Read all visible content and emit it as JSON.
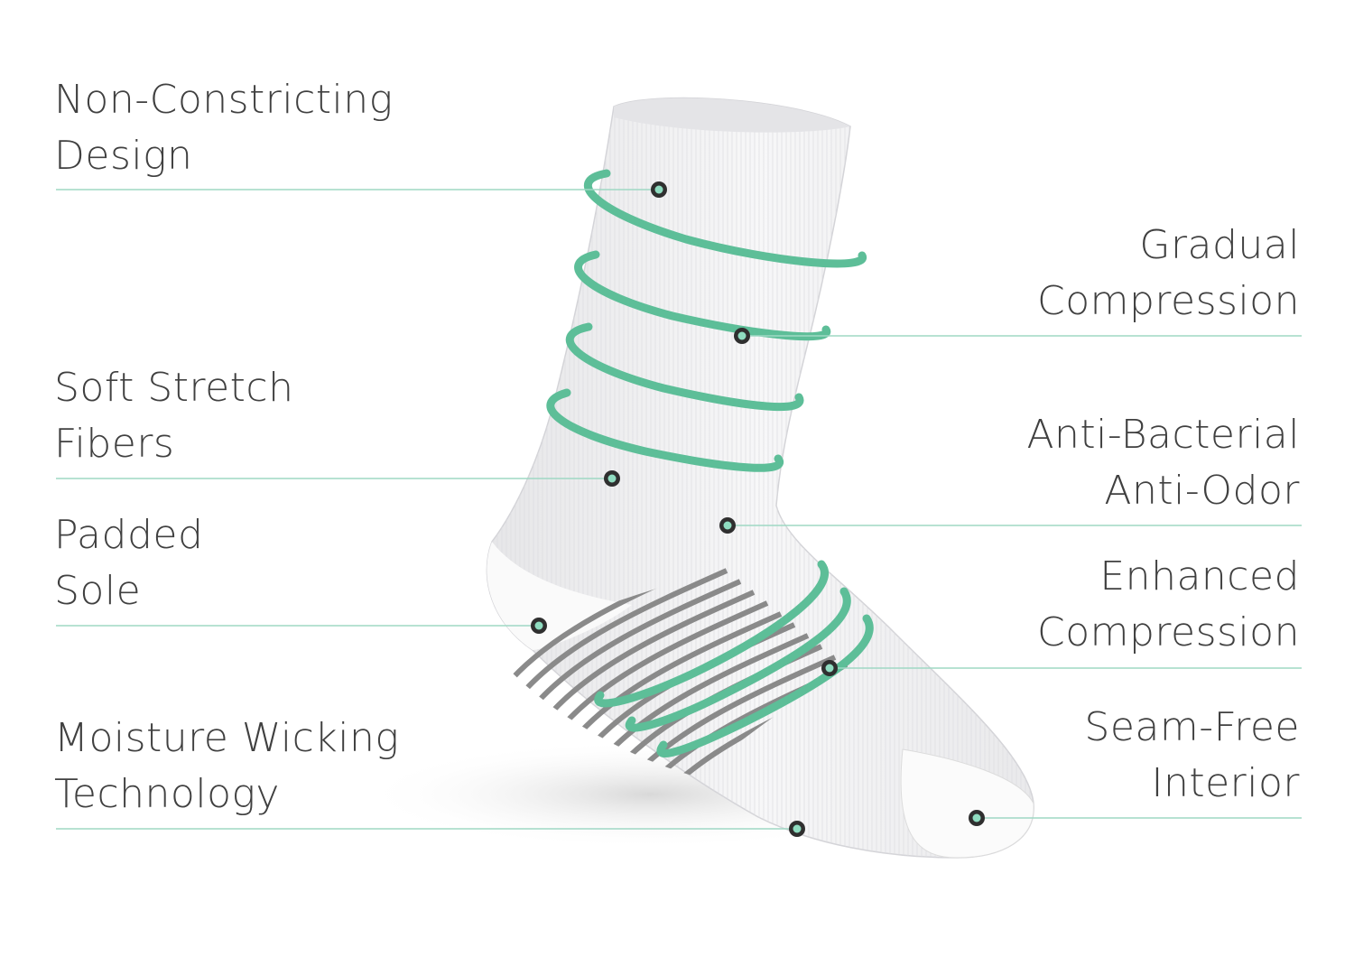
{
  "colors": {
    "text": "#404040",
    "accent": "#5dbe98",
    "leader_line": "#9fd8c4",
    "marker_ring": "#2f2f2f",
    "marker_fill": "#8fdcc0",
    "sock": "#f2f2f3",
    "stripe": "#8a8a8a"
  },
  "features": {
    "left": [
      {
        "line1": "Non-Constricting",
        "line2": "Design"
      },
      {
        "line1": "Soft Stretch",
        "line2": "Fibers"
      },
      {
        "line1": "Padded",
        "line2": "Sole"
      },
      {
        "line1": "Moisture Wicking",
        "line2": "Technology"
      }
    ],
    "right": [
      {
        "line1": "Gradual",
        "line2": "Compression"
      },
      {
        "line1": "Anti-Bacterial",
        "line2": "Anti-Odor"
      },
      {
        "line1": "Enhanced",
        "line2": "Compression"
      },
      {
        "line1": "Seam-Free",
        "line2": "Interior"
      }
    ]
  },
  "icons": {
    "marker": "callout-dot-icon",
    "compression_ring": "compression-ring-icon"
  }
}
